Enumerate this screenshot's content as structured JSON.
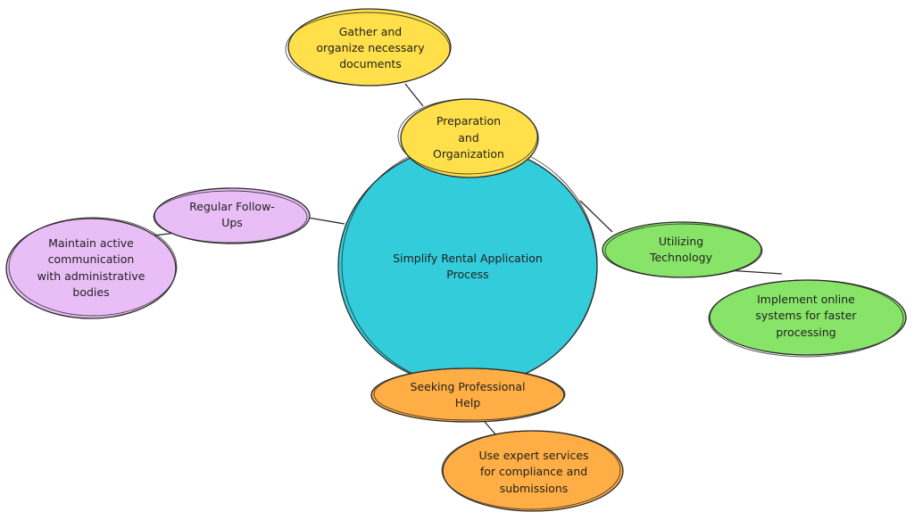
{
  "diagram": {
    "center": {
      "line1": "Simplify Rental Application",
      "line2": "Process",
      "color": "#33CCDB"
    },
    "branches": {
      "preparation": {
        "main": [
          "Preparation",
          "and",
          "Organization"
        ],
        "detail": [
          "Gather and",
          "organize necessary",
          "documents"
        ],
        "color": "#FFE04A"
      },
      "technology": {
        "main": [
          "Utilizing",
          "Technology"
        ],
        "detail": [
          "Implement online",
          "systems for faster",
          "processing"
        ],
        "color": "#88E468"
      },
      "professional": {
        "main": [
          "Seeking Professional",
          "Help"
        ],
        "detail": [
          "Use expert services",
          "for compliance and",
          "submissions"
        ],
        "color": "#FFAE45"
      },
      "followups": {
        "main": [
          "Regular Follow-",
          "Ups"
        ],
        "detail": [
          "Maintain active",
          "communication",
          "with administrative",
          "bodies"
        ],
        "color": "#E9BEF7"
      }
    }
  }
}
